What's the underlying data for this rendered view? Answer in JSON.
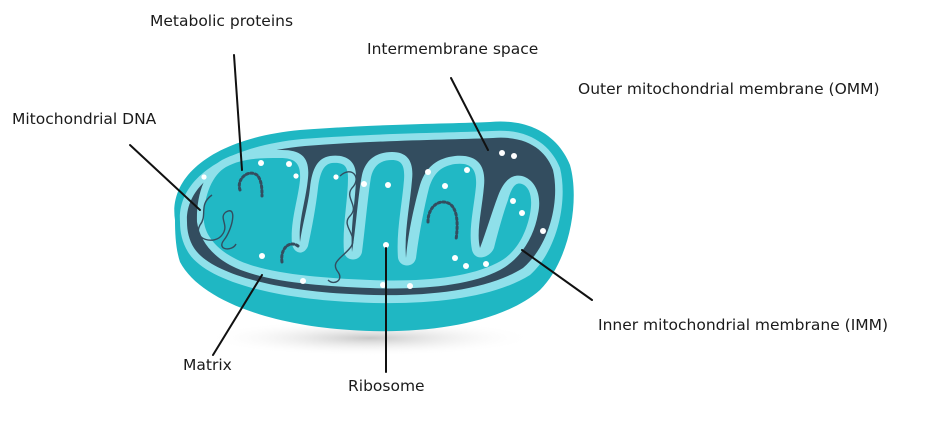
{
  "labels": {
    "metabolic_proteins": "Metabolic proteins",
    "intermembrane_space": "Intermembrane space",
    "outer_membrane": "Outer mitochondrial membrane (OMM)",
    "mitochondrial_dna": "Mitochondrial DNA",
    "inner_membrane": "Inner mitochondrial membrane (IMM)",
    "matrix": "Matrix",
    "ribosome": "Ribosome"
  },
  "colors": {
    "outer_membrane": "#1cb8c2",
    "membrane_highlight": "#8fe0ea",
    "intermembrane_space": "#334d5f",
    "matrix": "#22b9c6",
    "ribosome": "#ffffff",
    "leader_line": "#111111"
  }
}
